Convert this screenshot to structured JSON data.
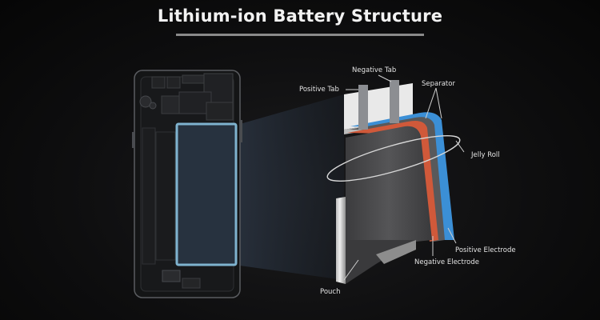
{
  "title": "Lithium-ion Battery Structure",
  "labels": {
    "negative_tab": "Negative Tab",
    "positive_tab": "Positive Tab",
    "separator": "Separator",
    "jelly_roll": "Jelly Roll",
    "positive_electrode": "Positive Electrode",
    "negative_electrode": "Negative Electrode",
    "pouch": "Pouch"
  },
  "colors": {
    "background": "#0e0e0f",
    "battery_highlight": "#7fb3cf",
    "positive_electrode": "#3b8fd6",
    "negative_electrode": "#d0593a",
    "jelly_roll_body": "#4a4a4c",
    "tab": "#8c8e92"
  }
}
